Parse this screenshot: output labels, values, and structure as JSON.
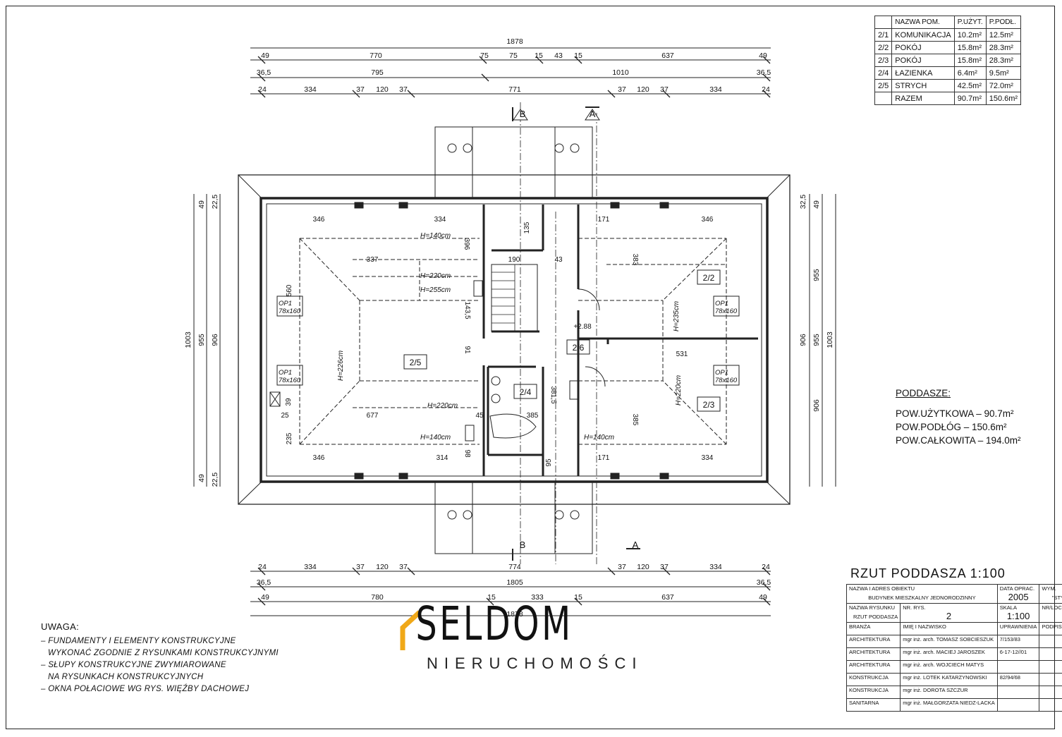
{
  "area_table": {
    "headers": [
      "",
      "NAZWA POM.",
      "P.UŻYT.",
      "P.PODŁ."
    ],
    "rows": [
      [
        "2/1",
        "KOMUNIKACJA",
        "10.2m²",
        "12.5m²"
      ],
      [
        "2/2",
        "POKÓJ",
        "15.8m²",
        "28.3m²"
      ],
      [
        "2/3",
        "POKÓJ",
        "15.8m²",
        "28.3m²"
      ],
      [
        "2/4",
        "ŁAZIENKA",
        "6.4m²",
        "9.5m²"
      ],
      [
        "2/5",
        "STRYCH",
        "42.5m²",
        "72.0m²"
      ],
      [
        "",
        "RAZEM",
        "90.7m²",
        "150.6m²"
      ]
    ]
  },
  "summary": {
    "heading": "PODDASZE:",
    "lines": [
      "POW.UŻYTKOWA – 90.7m²",
      "POW.PODŁÓG – 150.6m²",
      "POW.CAŁKOWITA – 194.0m²"
    ]
  },
  "notes": {
    "heading": "UWAGA:",
    "lines": [
      "– FUNDAMENTY I ELEMENTY KONSTRUKCYJNE",
      "  WYKONAĆ ZGODNIE Z RYSUNKAMI KONSTRUKCYJNYMI",
      "– SŁUPY KONSTRUKCYJNE ZWYMIAROWANE",
      "  NA RYSUNKACH KONSTRUKCYJNYCH",
      "– OKNA POŁACIOWE WG RYS. WIĘŹBY DACHOWEJ"
    ]
  },
  "drawing_title": "RZUT PODDASZA 1:100",
  "title_block": {
    "obj_label": "NAZWA I ADRES OBIEKTU",
    "obj_value": "BUDYNEK MIESZKALNY JEDNORODZINNY",
    "date_label": "DATA OPRAC.",
    "date_value": "2005",
    "wym_label": "WYM.",
    "wym_value": "\"STYL\"",
    "drawing_label": "NAZWA RYSUNKU",
    "drawing_value": "RZUT PODDASZA",
    "nr_label": "NR. RYS.",
    "nr_value": "2",
    "scale_label": "SKALA",
    "scale_value": "1:100",
    "nr2_label": "NR/LOC RYS.A",
    "col_branza": "BRANŻA",
    "col_name": "IMIĘ I NAZWISKO",
    "col_perm": "UPRAWNIENIA",
    "col_sign": "PODPIS",
    "people": [
      [
        "ARCHITEKTURA",
        "mgr inż. arch. TOMASZ SOBCIESZUK",
        "7/153/83"
      ],
      [
        "ARCHITEKTURA",
        "mgr inż. arch. MACIEJ JAROSZEK",
        "6-17-12//01"
      ],
      [
        "ARCHITEKTURA",
        "mgr inż. arch. WOJCIECH MATYS",
        ""
      ],
      [
        "KONSTRUKCJA",
        "mgr inż. LOTEK KATARZYNOWSKI",
        "82/94/68"
      ],
      [
        "KONSTRUKCJA",
        "mgr inż. DOROTA SZCZUR",
        ""
      ],
      [
        "SANITARNA",
        "mgr inż. MAŁGORZATA NIEDZ-LACKA",
        ""
      ]
    ]
  },
  "logo": {
    "word": "SELDOM",
    "sub": "NIERUCHOMOŚCI",
    "accent_color": "#f0a818"
  },
  "dims": {
    "top": {
      "total": "1878",
      "row1": [
        "49",
        "770",
        "75",
        "75",
        "15",
        "43",
        "15",
        "637",
        "49"
      ],
      "row2": [
        "36,5",
        "795",
        "1010",
        "36,5"
      ],
      "row3": [
        "24",
        "334",
        "37",
        "120",
        "37",
        "771",
        "37",
        "120",
        "37",
        "334",
        "24"
      ]
    },
    "bottom": {
      "row1": [
        "24",
        "334",
        "37",
        "120",
        "37",
        "774",
        "37",
        "120",
        "37",
        "334",
        "24"
      ],
      "row2": [
        "36,5",
        "1805",
        "36,5"
      ],
      "row3": [
        "49",
        "780",
        "15",
        "333",
        "15",
        "637",
        "49"
      ],
      "total": "1878"
    },
    "left": [
      "1003",
      "955",
      "906",
      "49",
      "22,5",
      "49",
      "22,5"
    ],
    "right": [
      "1003",
      "955",
      "906",
      "955",
      "906",
      "49",
      "32,5"
    ]
  },
  "plan": {
    "sections": [
      "B",
      "A",
      "B",
      "A"
    ],
    "rooms": [
      {
        "id": "2/5",
        "name": "STRYCH"
      },
      {
        "id": "2/2",
        "name": "POKÓJ"
      },
      {
        "id": "2/3",
        "name": "POKÓJ"
      },
      {
        "id": "2/4",
        "name": "ŁAZIENKA"
      },
      {
        "id": "2/6",
        "name": ""
      }
    ],
    "windows": [
      {
        "label": "OP1",
        "size": "78x160"
      },
      {
        "label": "OP1",
        "size": "78x160"
      },
      {
        "label": "OP1",
        "size": "78x160"
      },
      {
        "label": "OP1",
        "size": "78x160"
      }
    ],
    "heights": [
      "H=140cm",
      "H=220cm",
      "H=255cm",
      "H=226cm",
      "H=220cm",
      "H=140cm",
      "H=235cm",
      "H=220cm",
      "H=140cm"
    ],
    "inner_dims": [
      "346",
      "334",
      "171",
      "346",
      "337",
      "560",
      "677",
      "346",
      "314",
      "171",
      "334",
      "531",
      "385",
      "383",
      "385",
      "190",
      "135",
      "43",
      "396",
      "25",
      "39",
      "235",
      "143,5",
      "91",
      "45",
      "98",
      "95",
      "381,5",
      "+2.88"
    ]
  }
}
